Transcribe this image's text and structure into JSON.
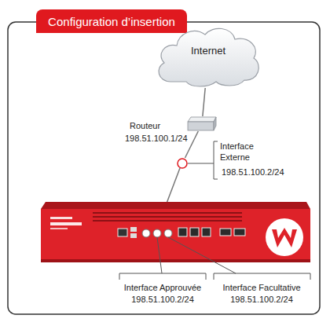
{
  "diagram": {
    "title": "Configuration d’insertion",
    "nodes": [
      {
        "text": [
          "Internet"
        ]
      },
      {
        "text": [
          "Routeur",
          "198.51.100.1/24"
        ]
      },
      {
        "text": [
          "Interface Externe",
          "198.51.100.2/24"
        ]
      }
    ],
    "edges": [
      {
        "from": 0,
        "to": 1,
        "arrow": "none"
      },
      {
        "from": 1,
        "to": 2,
        "arrow": "none"
      }
    ],
    "labels": [
      "Interface Approuvée",
      "198.51.100.2/24",
      "Interface Facultative",
      "198.51.100.2/24"
    ]
  }
}
